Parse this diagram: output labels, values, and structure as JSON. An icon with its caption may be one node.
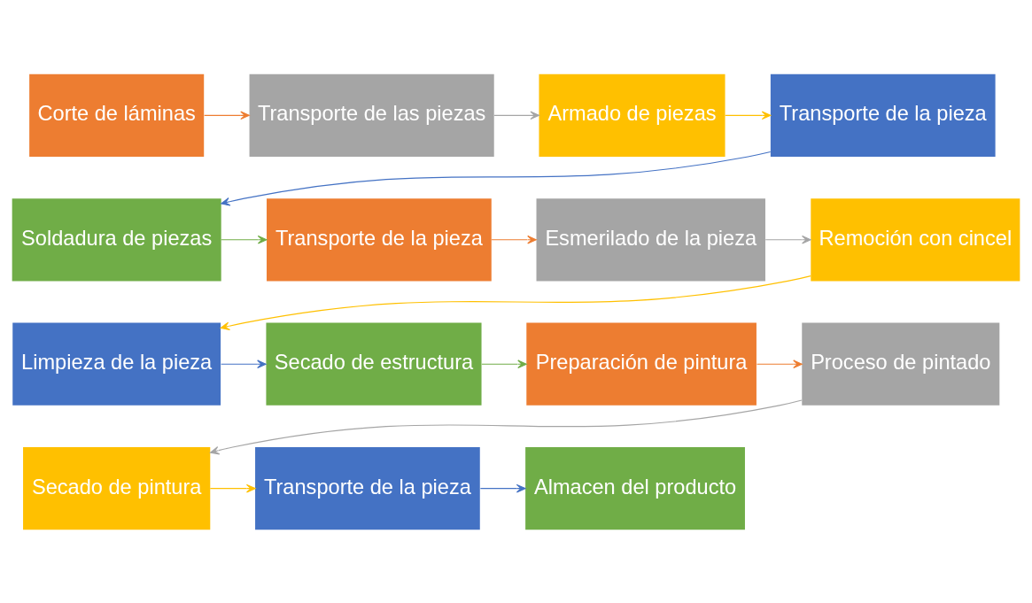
{
  "diagram": {
    "nodes": [
      {
        "text": [
          "Corte de láminas"
        ]
      },
      {
        "text": [
          "Transporte de las piezas"
        ]
      },
      {
        "text": [
          "Armado de piezas"
        ]
      },
      {
        "text": [
          "Transporte de la pieza"
        ]
      },
      {
        "text": [
          "Soldadura de piezas"
        ]
      },
      {
        "text": [
          "Transporte de la pieza"
        ]
      },
      {
        "text": [
          "Esmerilado de la pieza"
        ]
      },
      {
        "text": [
          "Remoción con cincel"
        ]
      },
      {
        "text": [
          "Limpieza de la pieza"
        ]
      },
      {
        "text": [
          "Secado de estructura"
        ]
      },
      {
        "text": [
          "Preparación de pintura"
        ]
      },
      {
        "text": [
          "Proceso de pintado"
        ]
      },
      {
        "text": [
          "Secado de pintura"
        ]
      },
      {
        "text": [
          "Transporte de la pieza"
        ]
      },
      {
        "text": [
          "Almacen del producto"
        ]
      }
    ],
    "edges": [
      {
        "from": 0,
        "to": 1,
        "arrow": "to",
        "color": "#ed7d31"
      },
      {
        "from": 1,
        "to": 2,
        "arrow": "to",
        "color": "#a5a5a5"
      },
      {
        "from": 2,
        "to": 3,
        "arrow": "to",
        "color": "#ffc000"
      },
      {
        "from": 3,
        "to": 4,
        "arrow": "to",
        "color": "#4472c4"
      },
      {
        "from": 4,
        "to": 5,
        "arrow": "to",
        "color": "#70ad47"
      },
      {
        "from": 5,
        "to": 6,
        "arrow": "to",
        "color": "#ed7d31"
      },
      {
        "from": 6,
        "to": 7,
        "arrow": "to",
        "color": "#a5a5a5"
      },
      {
        "from": 7,
        "to": 8,
        "arrow": "to",
        "color": "#ffc000"
      },
      {
        "from": 8,
        "to": 9,
        "arrow": "to",
        "color": "#4472c4"
      },
      {
        "from": 9,
        "to": 10,
        "arrow": "to",
        "color": "#70ad47"
      },
      {
        "from": 10,
        "to": 11,
        "arrow": "to",
        "color": "#ed7d31"
      },
      {
        "from": 11,
        "to": 12,
        "arrow": "to",
        "color": "#a5a5a5"
      },
      {
        "from": 12,
        "to": 13,
        "arrow": "to",
        "color": "#ffc000"
      },
      {
        "from": 13,
        "to": 14,
        "arrow": "to",
        "color": "#4472c4"
      }
    ]
  }
}
